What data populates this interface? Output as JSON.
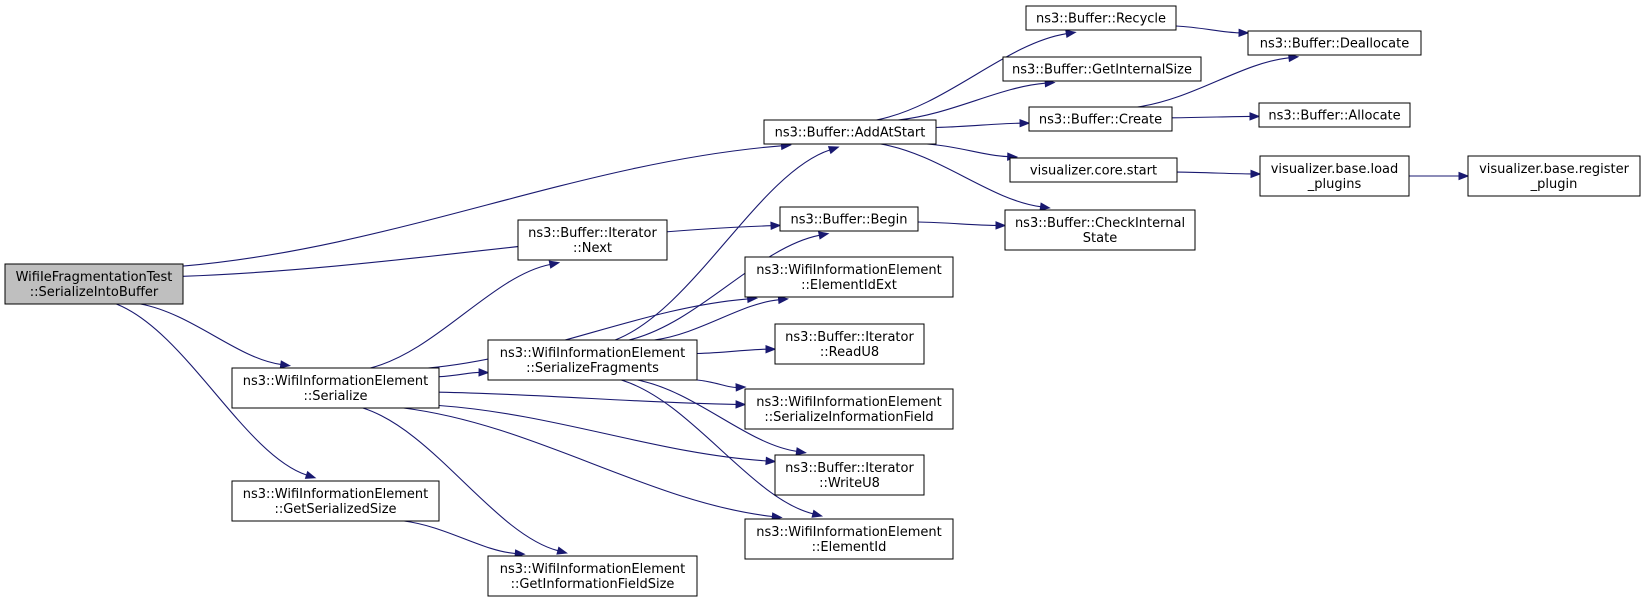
{
  "graph": {
    "nodes": [
      {
        "id": "root",
        "lines": [
          "WifiIeFragmentationTest",
          "::SerializeIntoBuffer"
        ],
        "root": true
      },
      {
        "id": "wie_serialize",
        "lines": [
          "ns3::WifiInformationElement",
          "::Serialize"
        ]
      },
      {
        "id": "wie_getserializedsize",
        "lines": [
          "ns3::WifiInformationElement",
          "::GetSerializedSize"
        ]
      },
      {
        "id": "iter_next",
        "lines": [
          "ns3::Buffer::Iterator",
          "::Next"
        ]
      },
      {
        "id": "wie_serializefragments",
        "lines": [
          "ns3::WifiInformationElement",
          "::SerializeFragments"
        ]
      },
      {
        "id": "wie_getinfofieldsize",
        "lines": [
          "ns3::WifiInformationElement",
          "::GetInformationFieldSize"
        ]
      },
      {
        "id": "buf_addatstart",
        "lines": [
          "ns3::Buffer::AddAtStart"
        ]
      },
      {
        "id": "buf_begin",
        "lines": [
          "ns3::Buffer::Begin"
        ]
      },
      {
        "id": "wie_elementidext",
        "lines": [
          "ns3::WifiInformationElement",
          "::ElementIdExt"
        ]
      },
      {
        "id": "iter_readu8",
        "lines": [
          "ns3::Buffer::Iterator",
          "::ReadU8"
        ]
      },
      {
        "id": "wie_serinfofield",
        "lines": [
          "ns3::WifiInformationElement",
          "::SerializeInformationField"
        ]
      },
      {
        "id": "iter_writeu8",
        "lines": [
          "ns3::Buffer::Iterator",
          "::WriteU8"
        ]
      },
      {
        "id": "wie_elementid",
        "lines": [
          "ns3::WifiInformationElement",
          "::ElementId"
        ]
      },
      {
        "id": "buf_recycle",
        "lines": [
          "ns3::Buffer::Recycle"
        ]
      },
      {
        "id": "buf_getinternalsize",
        "lines": [
          "ns3::Buffer::GetInternalSize"
        ]
      },
      {
        "id": "buf_create",
        "lines": [
          "ns3::Buffer::Create"
        ]
      },
      {
        "id": "vis_core_start",
        "lines": [
          "visualizer.core.start"
        ]
      },
      {
        "id": "buf_checkinternalstate",
        "lines": [
          "ns3::Buffer::CheckInternal",
          "State"
        ]
      },
      {
        "id": "buf_deallocate",
        "lines": [
          "ns3::Buffer::Deallocate"
        ]
      },
      {
        "id": "buf_allocate",
        "lines": [
          "ns3::Buffer::Allocate"
        ]
      },
      {
        "id": "vis_base_load_plugins",
        "lines": [
          "visualizer.base.load",
          "_plugins"
        ]
      },
      {
        "id": "vis_base_register_plugin",
        "lines": [
          "visualizer.base.register",
          "_plugin"
        ]
      }
    ],
    "edges": [
      {
        "from": "root",
        "to": "buf_addatstart"
      },
      {
        "from": "root",
        "to": "buf_begin"
      },
      {
        "from": "root",
        "to": "wie_serialize"
      },
      {
        "from": "root",
        "to": "wie_getserializedsize"
      },
      {
        "from": "wie_serialize",
        "to": "iter_next"
      },
      {
        "from": "wie_serialize",
        "to": "wie_elementidext"
      },
      {
        "from": "wie_serialize",
        "to": "wie_serializefragments"
      },
      {
        "from": "wie_serialize",
        "to": "wie_serinfofield"
      },
      {
        "from": "wie_serialize",
        "to": "iter_writeu8"
      },
      {
        "from": "wie_serialize",
        "to": "wie_elementid"
      },
      {
        "from": "wie_serialize",
        "to": "wie_getinfofieldsize"
      },
      {
        "from": "wie_getserializedsize",
        "to": "wie_getinfofieldsize"
      },
      {
        "from": "wie_serializefragments",
        "to": "buf_addatstart"
      },
      {
        "from": "wie_serializefragments",
        "to": "buf_begin"
      },
      {
        "from": "wie_serializefragments",
        "to": "wie_elementidext"
      },
      {
        "from": "wie_serializefragments",
        "to": "iter_readu8"
      },
      {
        "from": "wie_serializefragments",
        "to": "wie_serinfofield"
      },
      {
        "from": "wie_serializefragments",
        "to": "iter_writeu8"
      },
      {
        "from": "wie_serializefragments",
        "to": "wie_elementid"
      },
      {
        "from": "buf_addatstart",
        "to": "buf_recycle"
      },
      {
        "from": "buf_addatstart",
        "to": "buf_getinternalsize"
      },
      {
        "from": "buf_addatstart",
        "to": "buf_create"
      },
      {
        "from": "buf_addatstart",
        "to": "vis_core_start"
      },
      {
        "from": "buf_addatstart",
        "to": "buf_checkinternalstate"
      },
      {
        "from": "buf_begin",
        "to": "buf_checkinternalstate"
      },
      {
        "from": "buf_recycle",
        "to": "buf_deallocate"
      },
      {
        "from": "buf_create",
        "to": "buf_deallocate"
      },
      {
        "from": "buf_create",
        "to": "buf_allocate"
      },
      {
        "from": "vis_core_start",
        "to": "vis_base_load_plugins"
      },
      {
        "from": "vis_base_load_plugins",
        "to": "vis_base_register_plugin"
      }
    ]
  }
}
